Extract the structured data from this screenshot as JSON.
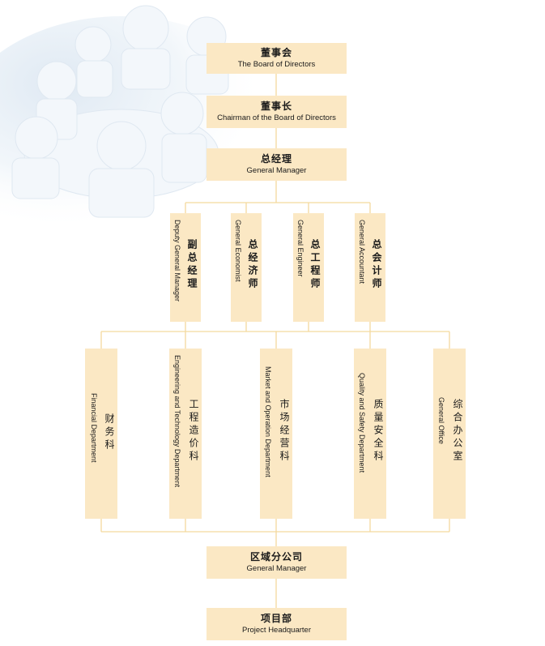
{
  "top_boxes": [
    {
      "cn": "董事会",
      "en": "The Board of Directors"
    },
    {
      "cn": "董事长",
      "en": "Chairman of the Board of Directors"
    },
    {
      "cn": "总经理",
      "en": "General Manager"
    }
  ],
  "deputies": [
    {
      "cn": "副总经理",
      "en": "Deputy General Manager"
    },
    {
      "cn": "总经济师",
      "en": "General Economist"
    },
    {
      "cn": "总工程师",
      "en": "General Engineer"
    },
    {
      "cn": "总会计师",
      "en": "General Accountant"
    }
  ],
  "departments": [
    {
      "cn": "财务科",
      "en": "Financial Department"
    },
    {
      "cn": "工程造价科",
      "en": "Engineering and Technology Department"
    },
    {
      "cn": "市场经营科",
      "en": "Market and Operation Department"
    },
    {
      "cn": "质量安全科",
      "en": "Quality and Safety Department"
    },
    {
      "cn": "综合办公室",
      "en": "General Office"
    }
  ],
  "bottom_boxes": [
    {
      "cn": "区域分公司",
      "en": "General Manager"
    },
    {
      "cn": "项目部",
      "en": "Project Headquarter"
    }
  ],
  "colors": {
    "box_fill": "#fbe8c4",
    "connector": "#f3d99e",
    "background_figures": "#e9f1f8"
  }
}
